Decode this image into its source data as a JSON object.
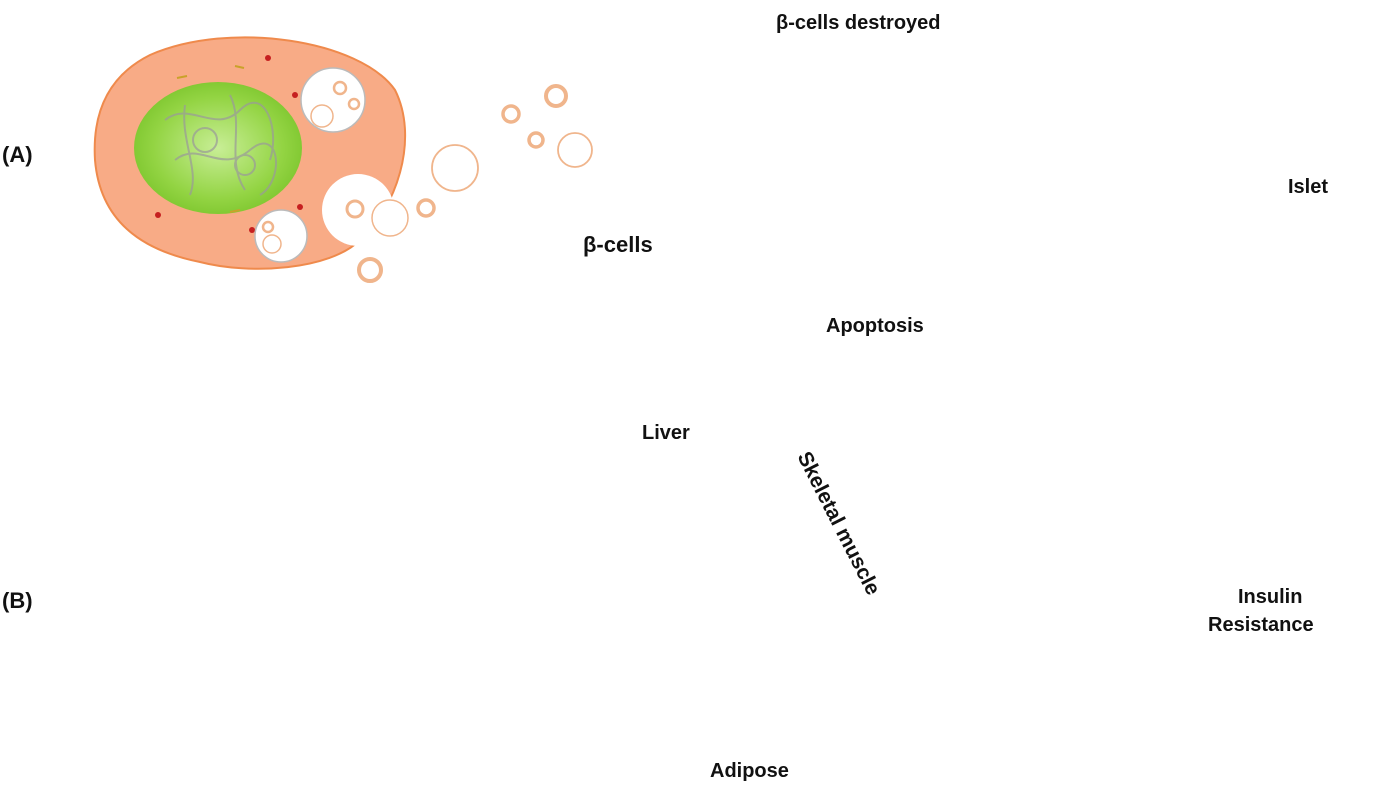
{
  "panel_a": {
    "label": "(A)",
    "beta_cells_label": "β-cells",
    "destroyed_label": "β-cells destroyed",
    "apoptosis_label": "Apoptosis",
    "islet_label": "Islet"
  },
  "panel_b": {
    "label": "(B)",
    "liver_label": "Liver",
    "muscle_label": "Skeletal muscle",
    "adipose_label": "Adipose",
    "outcome_line1": "Insulin",
    "outcome_line2": "Resistance"
  },
  "colors": {
    "beige_box": "#f9cfae",
    "cell_a": "#f7a883",
    "nucleus_a": "#8ed23a",
    "cell_b": "#f8c25a",
    "beta_cell": "#b39ac8",
    "destroyed": "#7f7a4b",
    "mirna_green": "#7ec845",
    "mirna_blue": "#4a7fd0",
    "mirna_red": "#d52424",
    "arrow_green": "#6f8b35",
    "islet_line": "#f2c21b"
  }
}
